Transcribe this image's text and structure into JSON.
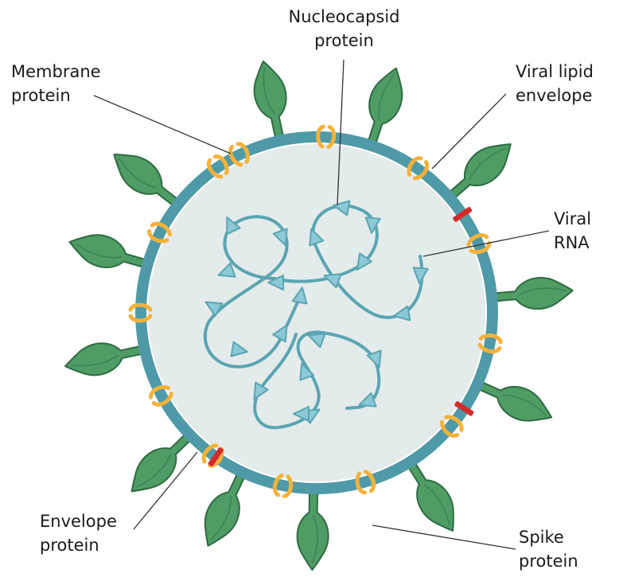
{
  "labels": {
    "nucleocapsid": {
      "line1": "Nucleocapsid",
      "line2": "protein"
    },
    "membrane": {
      "line1": "Membrane",
      "line2": "protein"
    },
    "lipid_envelope": {
      "line1": "Viral lipid",
      "line2": "envelope"
    },
    "rna": {
      "line1": "Viral",
      "line2": "RNA"
    },
    "envelope": {
      "line1": "Envelope",
      "line2": "protein"
    },
    "spike": {
      "line1": "Spike",
      "line2": "protein"
    }
  },
  "colors": {
    "envelope_ring": "#4f9aa8",
    "interior": "#e4ebeb",
    "rna_strand": "#5aa5b2",
    "rna_arrowhead": "#8cc9d6",
    "spike_fill": "#4f9c65",
    "spike_outline": "#2e6b42",
    "membrane_protein": "#f5b23a",
    "envelope_protein": "#d42a2a",
    "leader_line": "#333333"
  }
}
